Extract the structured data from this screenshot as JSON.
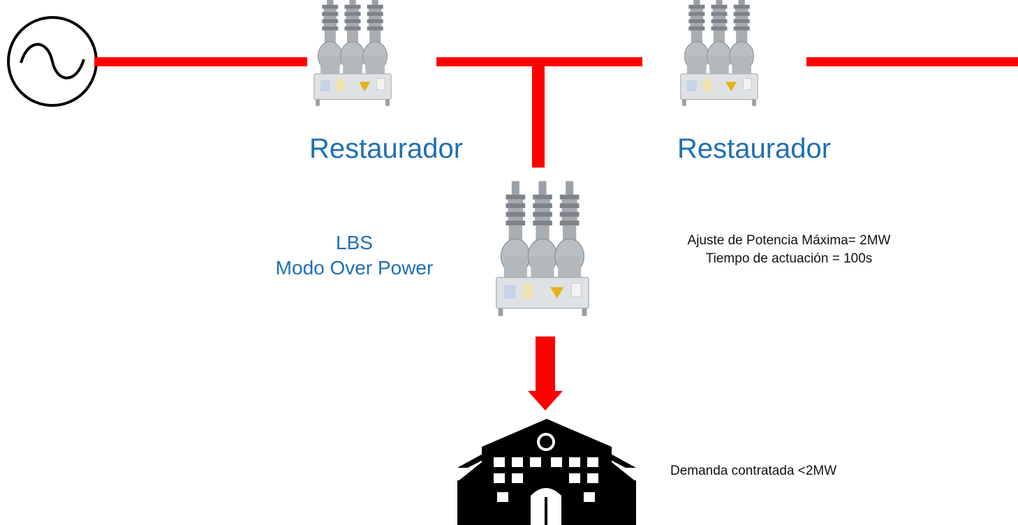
{
  "colors": {
    "line": "#ff0000",
    "label_blue": "#1f6fb5",
    "insulator": "#8a8f94",
    "tank": "#d9dcdf"
  },
  "source": {
    "icon": "ac-source-icon"
  },
  "recloser_1": {
    "label": "Restaurador"
  },
  "recloser_2": {
    "label": "Restaurador"
  },
  "lbs": {
    "line1": "LBS",
    "line2": "Modo Over Power"
  },
  "settings": {
    "line1": "Ajuste de Potencia Máxima= 2MW",
    "line2": "Tiempo de actuación = 100s"
  },
  "load": {
    "icon": "building-icon",
    "label": "Demanda contratada <2MW"
  }
}
